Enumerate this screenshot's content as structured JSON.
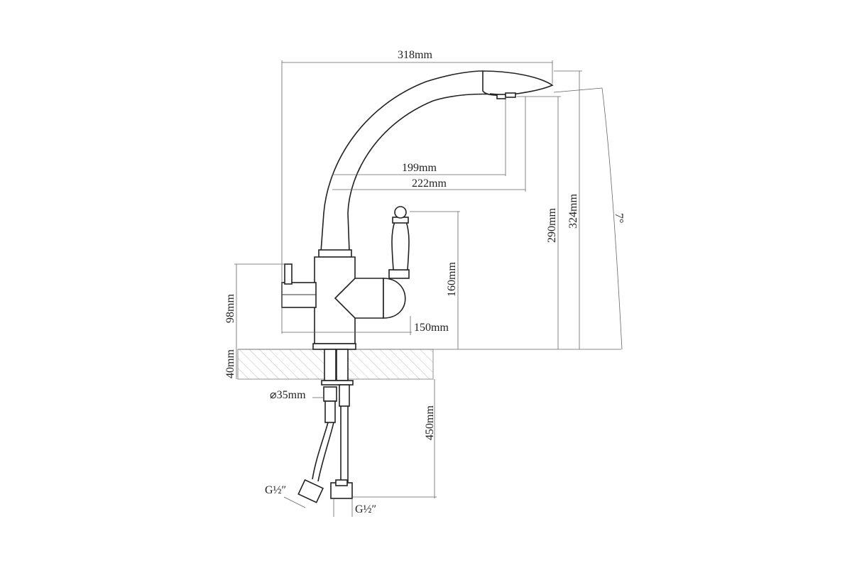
{
  "dimensions": {
    "width_total": "318mm",
    "spout_inner": "199mm",
    "spout_outer": "222mm",
    "height_spout": "290mm",
    "height_total": "324mm",
    "angle": "7°",
    "handle_height": "160mm",
    "handle_reach": "150mm",
    "lever_height": "98mm",
    "counter_thickness": "40mm",
    "hole_diameter": "⌀35mm",
    "hose_length": "450mm",
    "thread_left": "G½″",
    "thread_right": "G½″"
  }
}
